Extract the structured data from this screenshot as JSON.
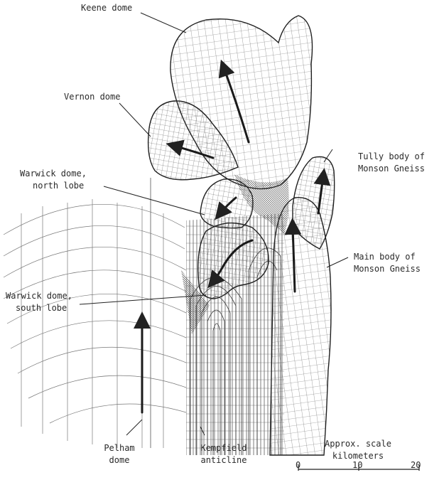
{
  "labels": {
    "keene": "Keene dome",
    "vernon": "Vernon dome",
    "warwick_north_1": "Warwick dome,",
    "warwick_north_2": "north lobe",
    "warwick_south_1": "Warwick dome,",
    "warwick_south_2": "south lobe",
    "tully_1": "Tully body of",
    "tully_2": "Monson Gneiss",
    "main_1": "Main body of",
    "main_2": "Monson Gneiss",
    "pelham_1": "Pelham",
    "pelham_2": "dome",
    "kempfield_1": "Kempfield",
    "kempfield_2": "anticline"
  },
  "scale": {
    "title_1": "Approx. scale",
    "title_2": "kilometers",
    "ticks": [
      "0",
      "10",
      "20"
    ],
    "values": [
      0,
      10,
      20
    ]
  },
  "colors": {
    "ink": "#2a2a2a",
    "hatch": "#555555",
    "paper": "#ffffff"
  }
}
